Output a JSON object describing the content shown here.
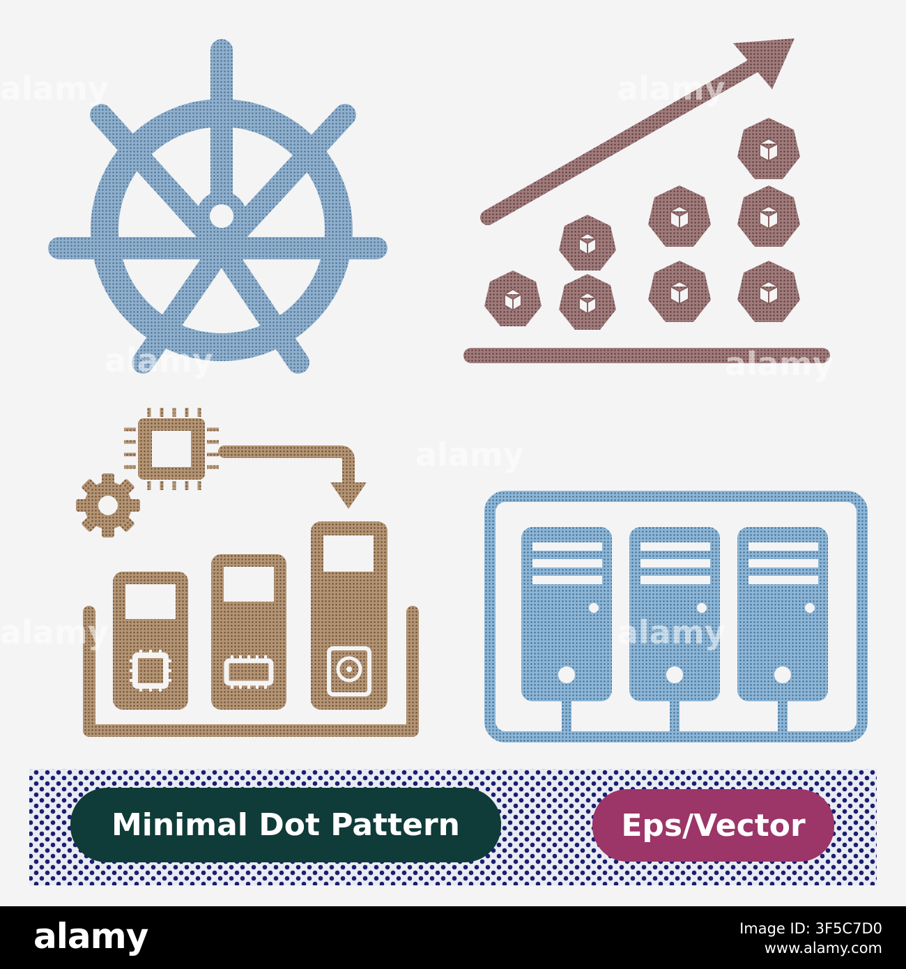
{
  "badges": {
    "left_label": "Minimal Dot Pattern",
    "right_label": "Eps/Vector"
  },
  "watermark": {
    "text": "alamy"
  },
  "footer": {
    "brand": "alamy",
    "image_id": "Image ID: 3F5C7D0",
    "site": "www.alamy.com"
  },
  "icons": {
    "helm": "ship-wheel-icon",
    "growth": "growth-chart-icon",
    "allocation": "resource-allocation-icon",
    "servers": "server-rack-icon"
  },
  "colors": {
    "helm": "#6f93b4",
    "growth": "#8a6262",
    "allocation": "#9b7d5c",
    "servers": "#6e9cc0",
    "dot_band": "#1a1f6e",
    "left_badge": "#0f3b38",
    "right_badge": "#9c3568",
    "background": "#f4f4f5"
  }
}
